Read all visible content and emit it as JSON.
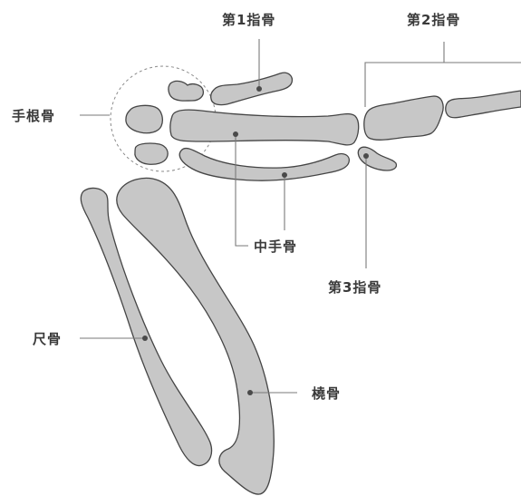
{
  "labels": {
    "thumb": "第1指骨",
    "second_finger": "第2指骨",
    "carpal": "手根骨",
    "metacarpal": "中手骨",
    "third_finger": "第3指骨",
    "ulna": "尺骨",
    "radius": "橈骨"
  },
  "colors": {
    "bone_fill": "#c7c7c7",
    "bone_stroke": "#454545",
    "leader_line": "#7a7a7a",
    "label_text": "#3a3a3a"
  }
}
